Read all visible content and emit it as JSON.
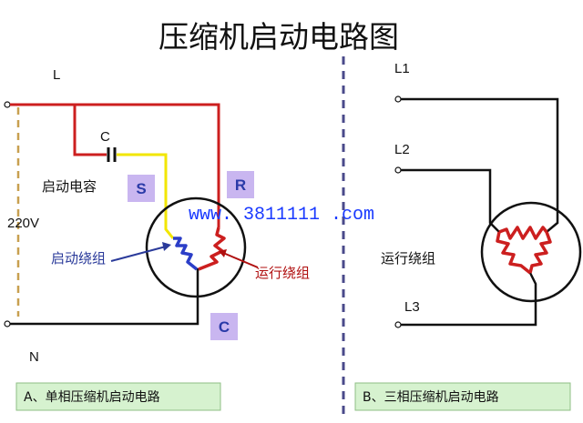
{
  "title": "压缩机启动电路图",
  "left": {
    "L": "L",
    "N": "N",
    "C_cap": "C",
    "capacitor": "启动电容",
    "voltage": "220V",
    "start_winding": "启动绕组",
    "run_winding": "运行绕组",
    "S": "S",
    "R": "R",
    "C_terminal": "C",
    "caption": "A、单相压缩机启动电路"
  },
  "right": {
    "L1": "L1",
    "L2": "L2",
    "L3": "L3",
    "run_winding": "运行绕组",
    "caption": "B、三相压缩机启动电路"
  },
  "watermark": "www. 3811111 .com",
  "colors": {
    "red_wire": "#cc1f1f",
    "yellow_wire": "#f2e600",
    "black_wire": "#111111",
    "tag_bg": "#c9b6f0",
    "caption_bg": "#d6f2cf",
    "divider": "#4a4a8a",
    "dashed_left": "#c8a050"
  }
}
